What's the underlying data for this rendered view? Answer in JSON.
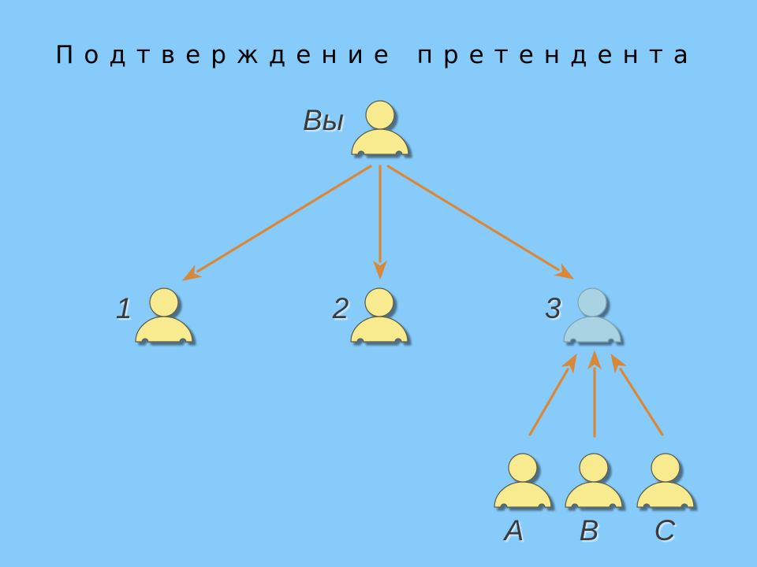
{
  "title": "Подтверждение претендента",
  "colors": {
    "background": "#87cbfb",
    "person_fill": "#f8ea8e",
    "person_dim_fill": "#a9d3e3",
    "person_stroke": "#5a5a4a",
    "arrow": "#d9883a",
    "text": "#3a3a3a"
  },
  "nodes": {
    "you": {
      "label": "Вы",
      "icon": "person-icon"
    },
    "p1": {
      "label": "1",
      "icon": "person-icon"
    },
    "p2": {
      "label": "2",
      "icon": "person-icon"
    },
    "p3": {
      "label": "3",
      "icon": "person-icon",
      "dimmed": true
    },
    "a": {
      "label": "A",
      "icon": "person-icon"
    },
    "b": {
      "label": "B",
      "icon": "person-icon"
    },
    "c": {
      "label": "C",
      "icon": "person-icon"
    }
  },
  "edges": [
    {
      "from": "you",
      "to": "p1"
    },
    {
      "from": "you",
      "to": "p2"
    },
    {
      "from": "you",
      "to": "p3"
    },
    {
      "from": "a",
      "to": "p3"
    },
    {
      "from": "b",
      "to": "p3"
    },
    {
      "from": "c",
      "to": "p3"
    }
  ]
}
